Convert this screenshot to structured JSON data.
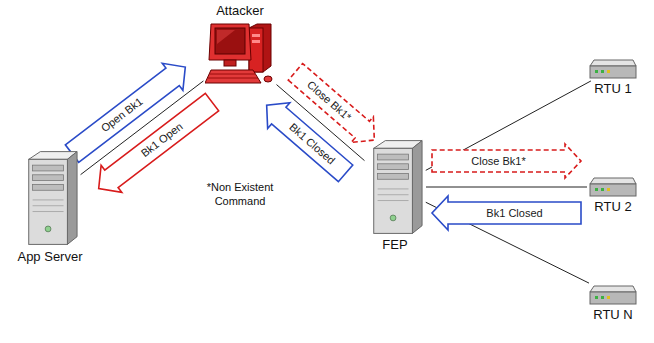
{
  "diagram": {
    "nodes": [
      {
        "text": [
          "Attacker"
        ]
      },
      {
        "text": [
          "App Server"
        ]
      },
      {
        "text": [
          "FEP"
        ]
      },
      {
        "text": [
          "RTU 1"
        ]
      },
      {
        "text": [
          "RTU 2"
        ]
      },
      {
        "text": [
          "RTU N"
        ]
      }
    ],
    "edges": [
      {
        "from": 0,
        "to": 1,
        "arrow": "none"
      },
      {
        "from": 0,
        "to": 2,
        "arrow": "none"
      },
      {
        "from": 2,
        "to": 3,
        "arrow": "none"
      },
      {
        "from": 2,
        "to": 4,
        "arrow": "none"
      },
      {
        "from": 2,
        "to": 5,
        "arrow": "none"
      },
      {
        "from": 1,
        "to": 0,
        "label": "Open Bk1",
        "arrow": "to"
      },
      {
        "from": 0,
        "to": 1,
        "label": "Bk1 Open",
        "arrow": "to"
      },
      {
        "from": 2,
        "to": 0,
        "label": "Bk1 Closed",
        "arrow": "to"
      },
      {
        "from": 0,
        "to": 2,
        "label": "Close Bk1*",
        "arrow": "to"
      },
      {
        "from": 2,
        "to": 3,
        "label": "Close Bk1*",
        "arrow": "to"
      },
      {
        "from": 4,
        "to": 2,
        "label": "Bk1 Closed",
        "arrow": "to"
      }
    ],
    "labels": [
      "*Non Existent Command"
    ]
  }
}
